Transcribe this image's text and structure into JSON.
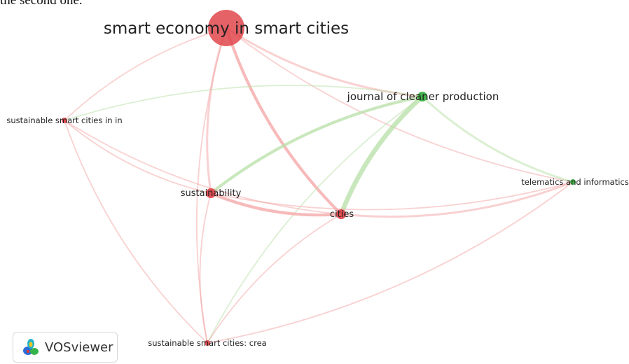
{
  "page": {
    "top_text": "the second one."
  },
  "network": {
    "nodes": [
      {
        "id": "n1",
        "label": "smart economy in smart cities",
        "cluster": "red",
        "weight": 5
      },
      {
        "id": "n2",
        "label": "journal of cleaner production",
        "cluster": "green",
        "weight": 2
      },
      {
        "id": "n3",
        "label": "sustainable smart cities in in",
        "cluster": "red",
        "weight": 1
      },
      {
        "id": "n4",
        "label": "telematics and informatics",
        "cluster": "green",
        "weight": 1
      },
      {
        "id": "n5",
        "label": "sustainability",
        "cluster": "red",
        "weight": 2
      },
      {
        "id": "n6",
        "label": "cities",
        "cluster": "red",
        "weight": 2
      },
      {
        "id": "n7",
        "label": "sustainable smart cities: crea",
        "cluster": "red",
        "weight": 1
      }
    ],
    "links": [
      {
        "source": "n1",
        "target": "n2",
        "strength": 2
      },
      {
        "source": "n1",
        "target": "n3",
        "strength": 1
      },
      {
        "source": "n1",
        "target": "n4",
        "strength": 1
      },
      {
        "source": "n1",
        "target": "n5",
        "strength": 2
      },
      {
        "source": "n1",
        "target": "n6",
        "strength": 3
      },
      {
        "source": "n1",
        "target": "n7",
        "strength": 1
      },
      {
        "source": "n2",
        "target": "n4",
        "strength": 2
      },
      {
        "source": "n2",
        "target": "n5",
        "strength": 3
      },
      {
        "source": "n2",
        "target": "n6",
        "strength": 5
      },
      {
        "source": "n2",
        "target": "n7",
        "strength": 1
      },
      {
        "source": "n2",
        "target": "n3",
        "strength": 1
      },
      {
        "source": "n3",
        "target": "n5",
        "strength": 1
      },
      {
        "source": "n3",
        "target": "n6",
        "strength": 1
      },
      {
        "source": "n3",
        "target": "n7",
        "strength": 1
      },
      {
        "source": "n5",
        "target": "n6",
        "strength": 3
      },
      {
        "source": "n5",
        "target": "n4",
        "strength": 1
      },
      {
        "source": "n5",
        "target": "n7",
        "strength": 1
      },
      {
        "source": "n6",
        "target": "n4",
        "strength": 2
      },
      {
        "source": "n6",
        "target": "n7",
        "strength": 1
      },
      {
        "source": "n7",
        "target": "n4",
        "strength": 1
      }
    ],
    "colors": {
      "red": "#e0474c",
      "green": "#3cb043",
      "red_link": "#f4a3a3",
      "green_link": "#b7dfa6"
    }
  },
  "logo": {
    "text": "VOSviewer"
  }
}
